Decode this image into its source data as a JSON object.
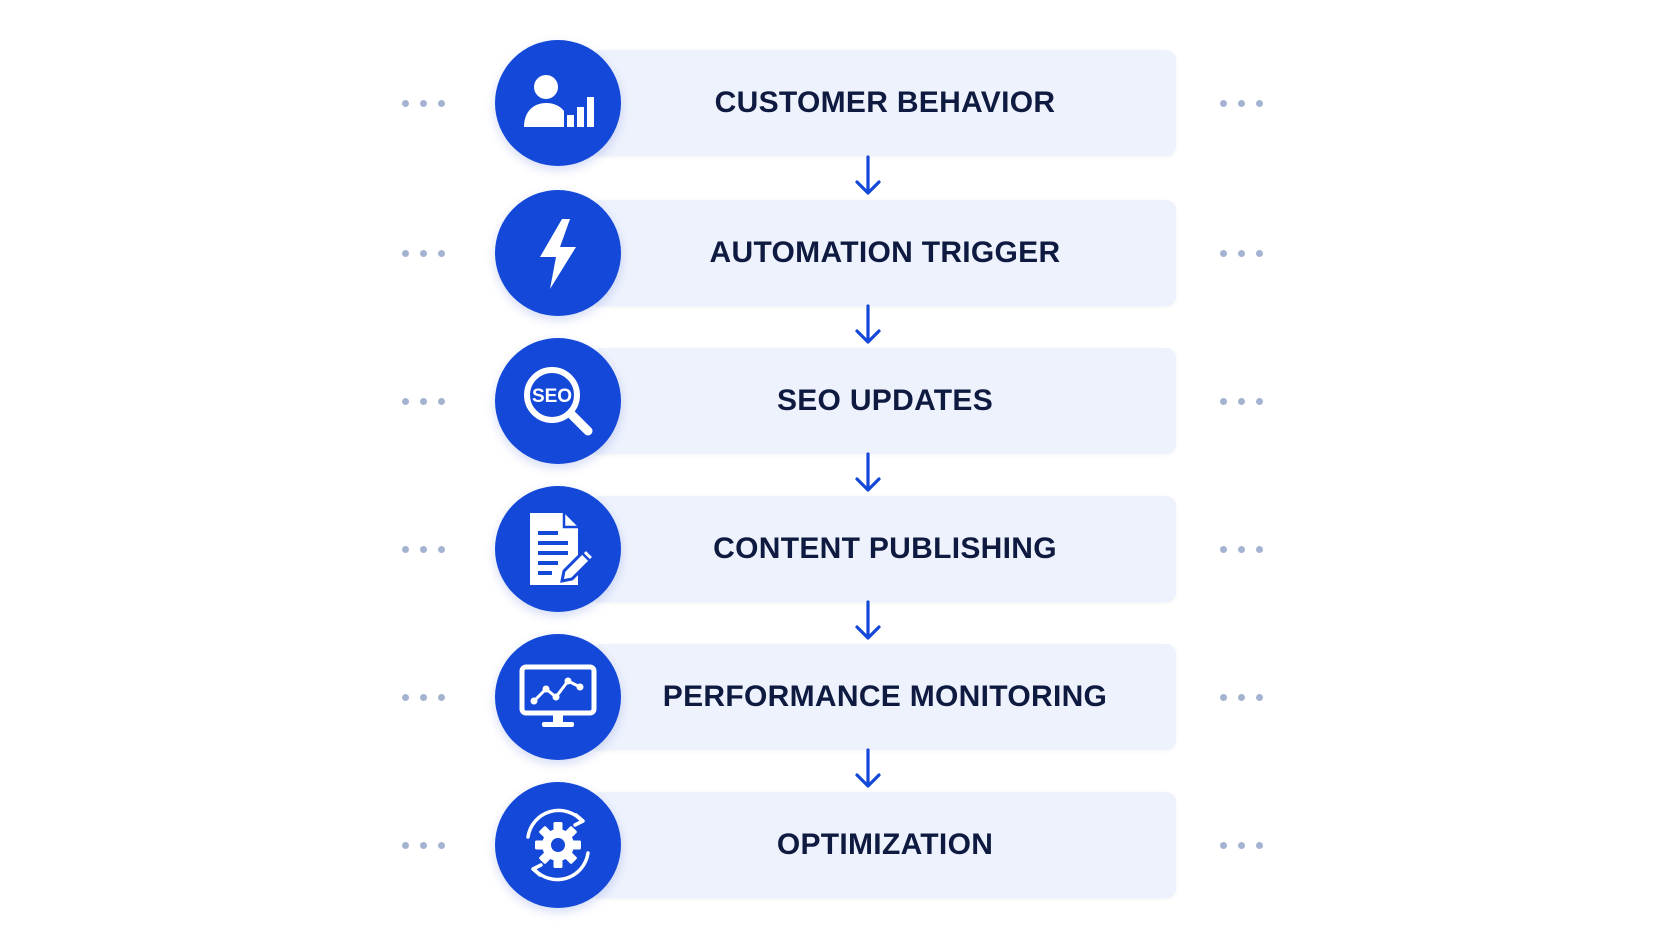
{
  "colors": {
    "primary": "#1448d8",
    "card_background": "#eef2fd",
    "label_text": "#0e1a3f",
    "dot": "#a4b3d1",
    "arrow": "#1448d8",
    "icon_fg": "#ffffff"
  },
  "steps": [
    {
      "label": "CUSTOMER BEHAVIOR",
      "icon": "user-analytics-icon"
    },
    {
      "label": "AUTOMATION TRIGGER",
      "icon": "lightning-bolt-icon"
    },
    {
      "label": "SEO UPDATES",
      "icon": "seo-magnifier-icon",
      "icon_text": "SEO"
    },
    {
      "label": "CONTENT PUBLISHING",
      "icon": "document-edit-icon"
    },
    {
      "label": "PERFORMANCE MONITORING",
      "icon": "monitor-chart-icon"
    },
    {
      "label": "OPTIMIZATION",
      "icon": "gear-cycle-icon"
    }
  ]
}
